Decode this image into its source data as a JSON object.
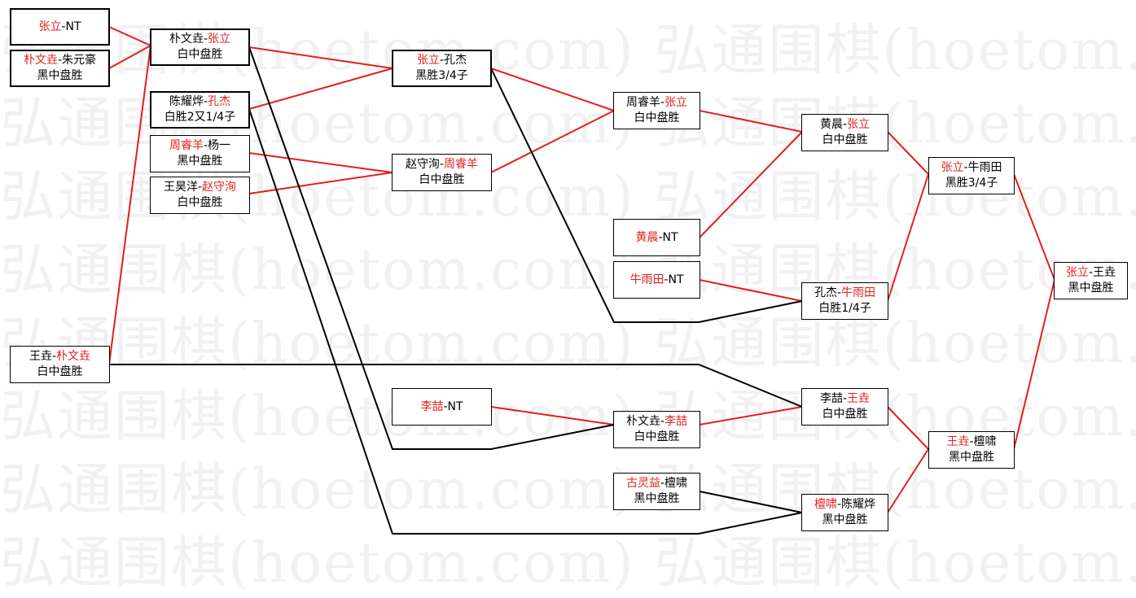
{
  "watermark": {
    "text": "弘通围棋(hoetom.com) 弘通围棋(hoetom.com) 弘通围棋(hoetom.com)"
  },
  "colors": {
    "win": "#e0201e",
    "loss": "#000000",
    "watermark": "#f1f1f1"
  },
  "matches": {
    "m1": {
      "p1": "张立",
      "sep": "-",
      "p2": "NT",
      "red": "p1",
      "result": ""
    },
    "m2": {
      "p1": "朴文垚",
      "sep": "-",
      "p2": "朱元豪",
      "red": "p1",
      "result": "黑中盘胜"
    },
    "m3": {
      "p1": "朴文垚",
      "sep": "-",
      "p2": "张立",
      "red": "p2",
      "result": "白中盘胜"
    },
    "m4": {
      "p1": "陈耀烨",
      "sep": "-",
      "p2": "孔杰",
      "red": "p2",
      "result": "白胜2又1/4子"
    },
    "m5": {
      "p1": "周睿羊",
      "sep": "-",
      "p2": "杨一",
      "red": "p1",
      "result": "黑中盘胜"
    },
    "m6": {
      "p1": "王昊洋",
      "sep": "-",
      "p2": "赵守洵",
      "red": "p2",
      "result": "白中盘胜"
    },
    "m7": {
      "p1": "王垚",
      "sep": "-",
      "p2": "朴文垚",
      "red": "p2",
      "result": "白中盘胜"
    },
    "m8": {
      "p1": "张立",
      "sep": "-",
      "p2": "孔杰",
      "red": "p1",
      "result": "黑胜3/4子"
    },
    "m9": {
      "p1": "赵守洵",
      "sep": "-",
      "p2": "周睿羊",
      "red": "p2",
      "result": "白中盘胜"
    },
    "m10": {
      "p1": "李喆",
      "sep": "-",
      "p2": "NT",
      "red": "p1",
      "result": ""
    },
    "m11": {
      "p1": "周睿羊",
      "sep": "-",
      "p2": "张立",
      "red": "p2",
      "result": "白中盘胜"
    },
    "m12": {
      "p1": "黄晨",
      "sep": "-",
      "p2": "NT",
      "red": "p1",
      "result": ""
    },
    "m13": {
      "p1": "牛雨田",
      "sep": "-",
      "p2": "NT",
      "red": "p1",
      "result": ""
    },
    "m14": {
      "p1": "朴文垚",
      "sep": "-",
      "p2": "李喆",
      "red": "p2",
      "result": "白中盘胜"
    },
    "m15": {
      "p1": "古灵益",
      "sep": "-",
      "p2": "檀啸",
      "red": "p1",
      "result": "黑中盘胜"
    },
    "m16": {
      "p1": "黄晨",
      "sep": "-",
      "p2": "张立",
      "red": "p2",
      "result": "白中盘胜"
    },
    "m17": {
      "p1": "孔杰",
      "sep": "-",
      "p2": "牛雨田",
      "red": "p2",
      "result": "白胜1/4子"
    },
    "m18": {
      "p1": "李喆",
      "sep": "-",
      "p2": "王垚",
      "red": "p2",
      "result": "白中盘胜"
    },
    "m19": {
      "p1": "檀啸",
      "sep": "-",
      "p2": "陈耀烨",
      "red": "p1",
      "result": "黑中盘胜"
    },
    "m20": {
      "p1": "张立",
      "sep": "-",
      "p2": "牛雨田",
      "red": "p1",
      "result": "黑胜3/4子"
    },
    "m21": {
      "p1": "王垚",
      "sep": "-",
      "p2": "檀啸",
      "red": "p1",
      "result": "黑中盘胜"
    },
    "m22": {
      "p1": "张立",
      "sep": "-",
      "p2": "王垚",
      "red": "p1",
      "result": "黑中盘胜"
    }
  }
}
